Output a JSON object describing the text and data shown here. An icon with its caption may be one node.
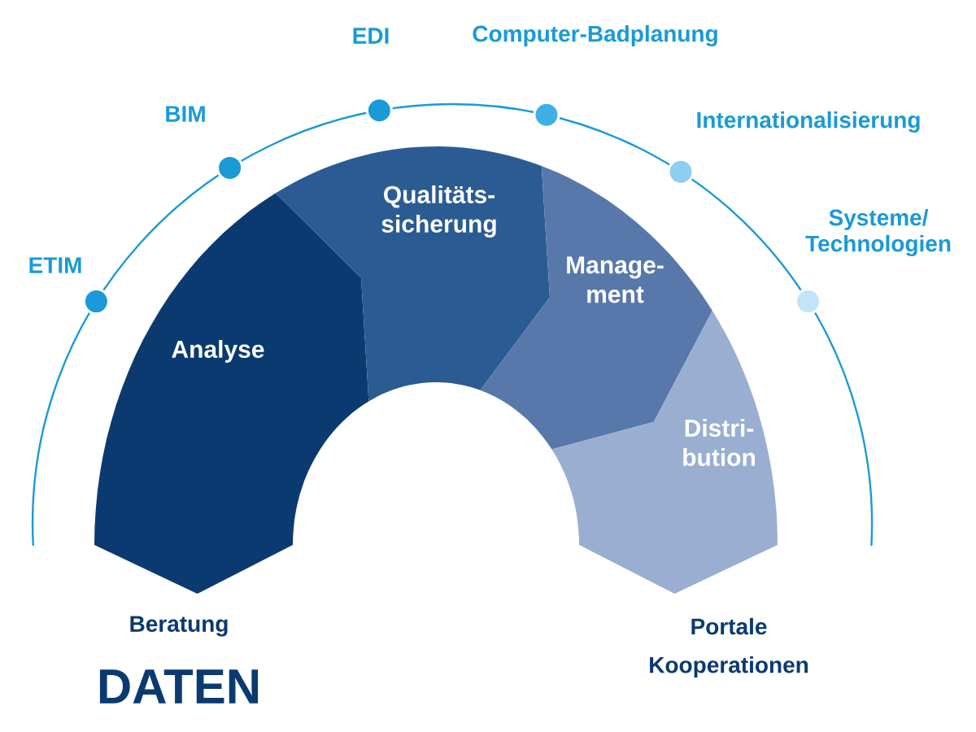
{
  "diagram": {
    "nodes": [
      {
        "text": [
          "Analyse"
        ]
      },
      {
        "text": [
          "Qualitäts- sicherung"
        ]
      },
      {
        "text": [
          "Manage- ment"
        ]
      },
      {
        "text": [
          "Distri- bution"
        ]
      },
      {
        "text": [],
        "shape": "circle",
        "beside": [
          "ETIM"
        ]
      },
      {
        "text": [],
        "shape": "circle",
        "beside": [
          "BIM"
        ]
      },
      {
        "text": [],
        "shape": "circle",
        "beside": [
          "EDI"
        ]
      },
      {
        "text": [],
        "shape": "circle",
        "beside": [
          "Computer-Badplanung"
        ]
      },
      {
        "text": [],
        "shape": "circle",
        "beside": [
          "Internationalisierung"
        ]
      },
      {
        "text": [],
        "shape": "circle",
        "beside": [
          "Systeme/ Technologien"
        ]
      }
    ],
    "labels": [
      "Beratung",
      "Portale",
      "DATEN",
      "Kooperationen"
    ]
  }
}
